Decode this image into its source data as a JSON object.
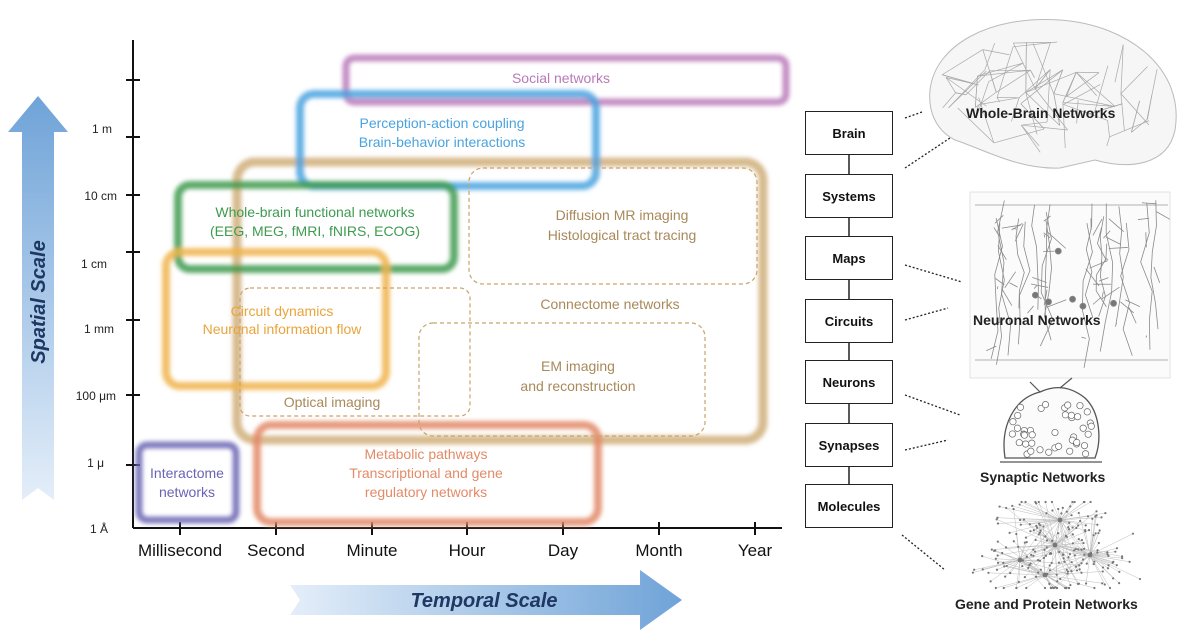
{
  "axes": {
    "spatial_scale": "Spatial Scale",
    "temporal_scale": "Temporal Scale",
    "y_ticks": [
      "1 m",
      "10 cm",
      "1 cm",
      "1 mm",
      "100 μm",
      "1 μ",
      "1 Å"
    ],
    "x_ticks": [
      "Millisecond",
      "Second",
      "Minute",
      "Hour",
      "Day",
      "Month",
      "Year"
    ]
  },
  "regions": {
    "social": "Social networks",
    "perception_1": "Perception-action coupling",
    "perception_2": "Brain-behavior interactions",
    "whole_brain_1": "Whole-brain functional networks",
    "whole_brain_2": "(EEG, MEG, fMRI, fNIRS, ECOG)",
    "diffusion_1": "Diffusion MR imaging",
    "diffusion_2": "Histological tract tracing",
    "connectome": "Connectome networks",
    "circuit_1": "Circuit dynamics",
    "circuit_2": "Neuronal information flow",
    "em_1": "EM imaging",
    "em_2": "and reconstruction",
    "optical": "Optical imaging",
    "interactome_1": "Interactome",
    "interactome_2": "networks",
    "metabolic_1": "Metabolic pathways",
    "metabolic_2": "Transcriptional and gene",
    "metabolic_3": "regulatory networks"
  },
  "levels": [
    "Brain",
    "Systems",
    "Maps",
    "Circuits",
    "Neurons",
    "Synapses",
    "Molecules"
  ],
  "networks": {
    "whole_brain": "Whole-Brain Networks",
    "neuronal": "Neuronal Networks",
    "synaptic": "Synaptic Networks",
    "gene_protein": "Gene and Protein Networks"
  },
  "colors": {
    "social": "#b97ab8",
    "perception": "#4aa3df",
    "whole_brain": "#3e9b4f",
    "connectome": "#c9a46a",
    "circuit": "#f0b44c",
    "interactome": "#6a64b4",
    "metabolic": "#e38a67",
    "arrow": "#6fa3d8"
  }
}
